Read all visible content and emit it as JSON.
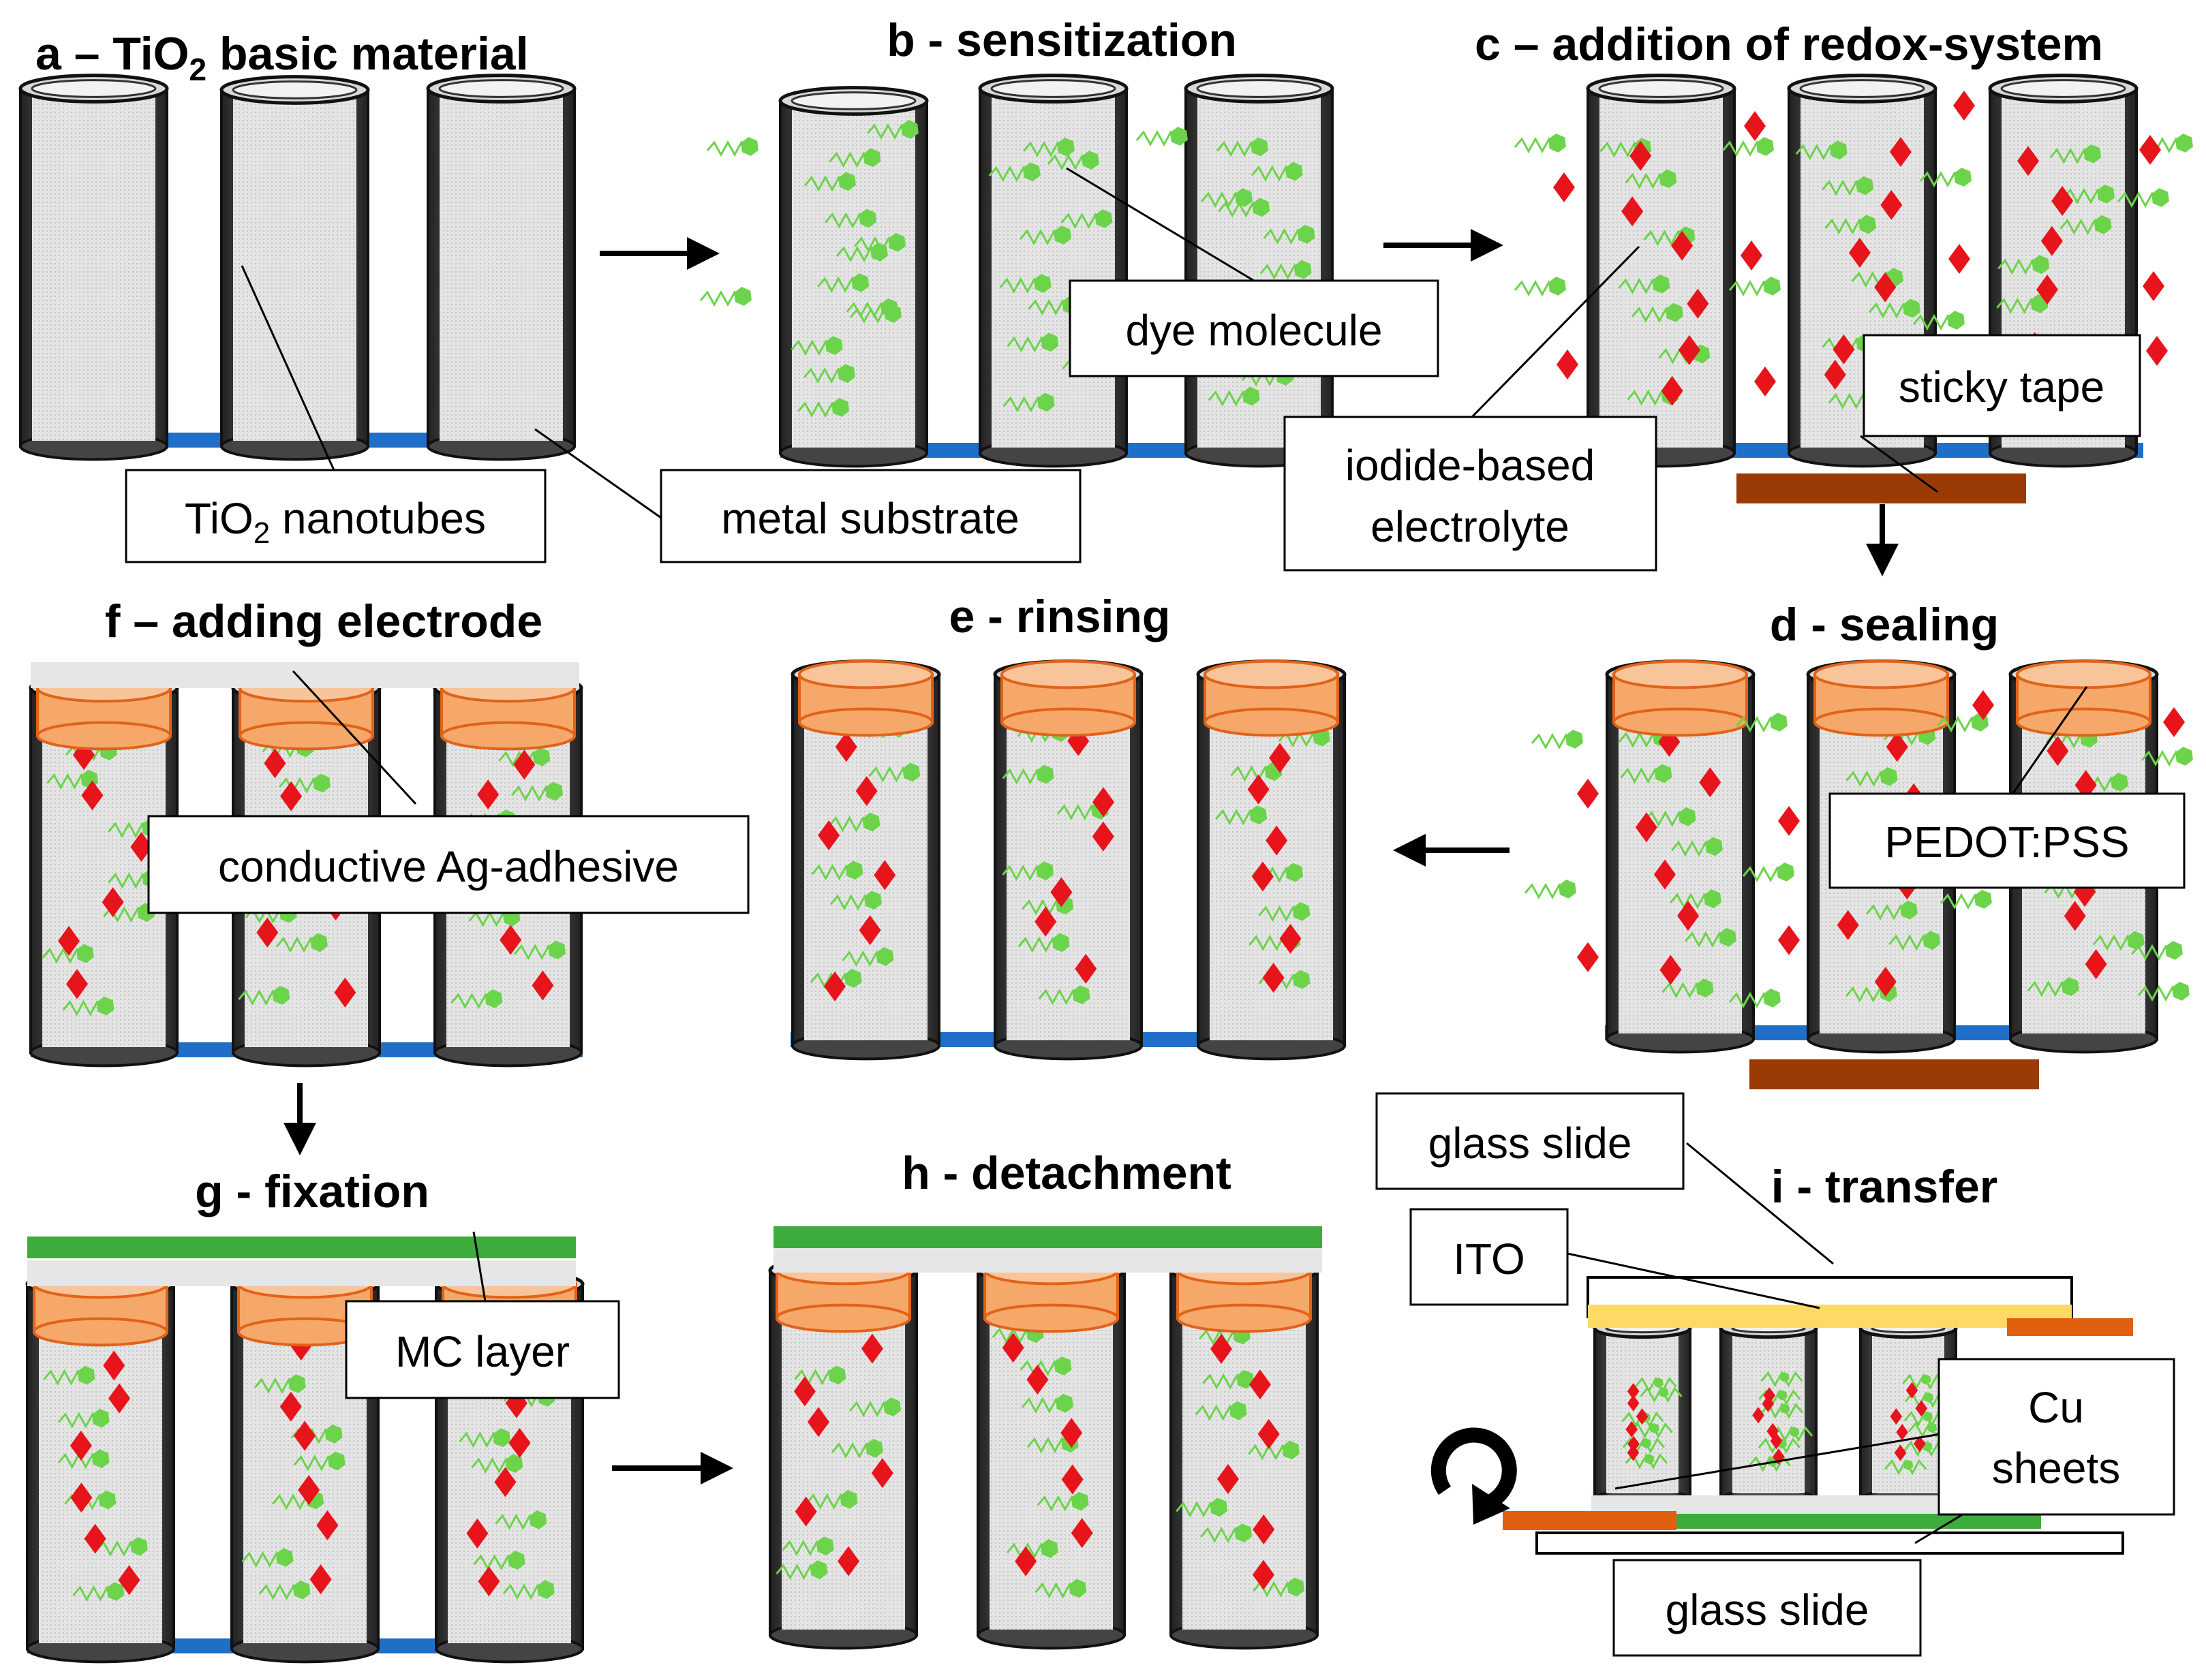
{
  "panels": {
    "a": {
      "title_pre": "a – TiO",
      "title_sub": "2",
      "title_post": " basic material"
    },
    "b": {
      "title": "b - sensitization"
    },
    "c": {
      "title": "c – addition of redox-system"
    },
    "d": {
      "title": "d - sealing"
    },
    "e": {
      "title": "e - rinsing"
    },
    "f": {
      "title": "f – adding electrode"
    },
    "g": {
      "title": "g - fixation"
    },
    "h": {
      "title": "h - detachment"
    },
    "i": {
      "title": "i - transfer"
    }
  },
  "callouts": {
    "tio2_nanotubes": {
      "pre": "TiO",
      "sub": "2",
      "post": " nanotubes"
    },
    "metal_substrate": "metal substrate",
    "dye_molecule": "dye molecule",
    "electrolyte_line1": "iodide-based",
    "electrolyte_line2": "electrolyte",
    "sticky_tape": "sticky tape",
    "pedot_pss": "PEDOT:PSS",
    "ag_adhesive": "conductive Ag-adhesive",
    "mc_layer": "MC layer",
    "glass_slide_top": "glass slide",
    "ito": "ITO",
    "cu_line1": "Cu",
    "cu_line2": "sheets",
    "glass_slide_bottom": "glass slide"
  },
  "colors": {
    "substrate": "#1f6fc8",
    "tube_wall": "#555555",
    "tube_fill": "#e6e6e6",
    "dye": "#6cd44a",
    "redox": "#e8141b",
    "tape": "#9a3b06",
    "pedot": "#f5a86a",
    "pedot_stroke": "#e0631a",
    "silver": "#e6e6e6",
    "mc_layer": "#3dac3c",
    "ito": "#ffd966",
    "cu": "#e06010"
  },
  "icons": {
    "rotation": "rotate-arrow-icon"
  }
}
